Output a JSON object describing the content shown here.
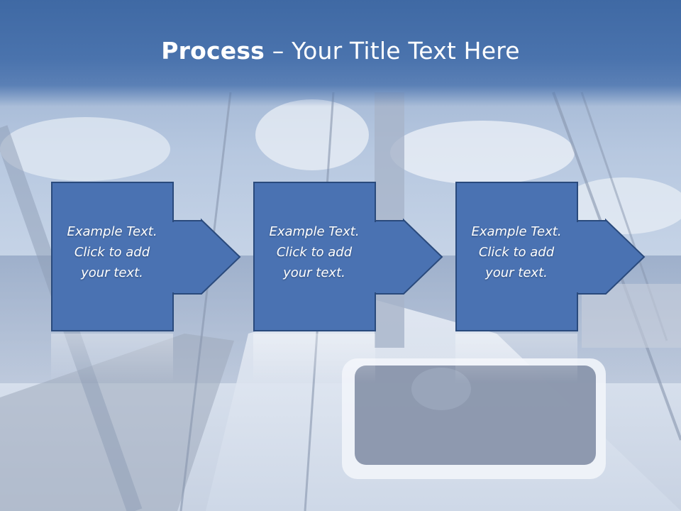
{
  "title": {
    "bold": "Process",
    "rest": " – Your Title Text Here"
  },
  "steps": [
    {
      "line1": "Example Text.",
      "line2": "Click  to add",
      "line3": "your text."
    },
    {
      "line1": "Example Text.",
      "line2": "Click  to add",
      "line3": "your text."
    },
    {
      "line1": "Example Text.",
      "line2": "Click  to add",
      "line3": "your text."
    }
  ],
  "colors": {
    "header": "#4a73ad",
    "box_fill": "#4a72b2",
    "box_border": "#2a4a7c"
  }
}
